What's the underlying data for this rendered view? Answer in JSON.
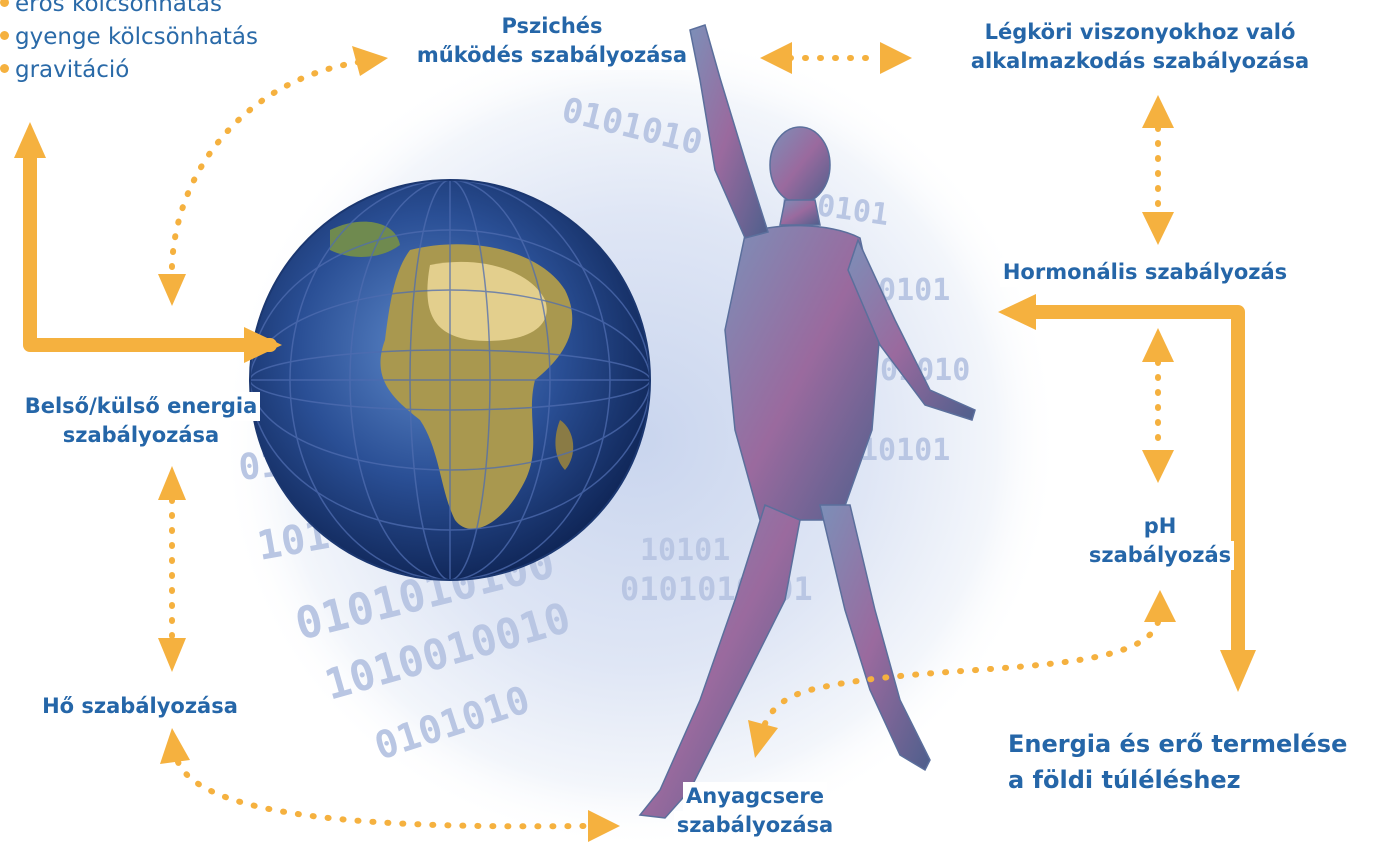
{
  "forces": [
    "erős kölcsönhatás",
    "gyenge kölcsönhatás",
    "gravitáció"
  ],
  "labels": {
    "psychic": [
      "Pszichés",
      "működés szabályozása"
    ],
    "atmospheric": [
      "Légköri viszonyokhoz való",
      "alkalmazkodás szabályozása"
    ],
    "hormonal": [
      "Hormonális szabályozás"
    ],
    "energy_io": [
      "Belső/külső energia",
      "szabályozása"
    ],
    "ph": [
      "pH",
      "szabályozás"
    ],
    "heat": [
      "Hő szabályozása"
    ],
    "metabolism": [
      "Anyagcsere",
      "szabályozása"
    ],
    "survival": [
      "Energia és erő termelése",
      "a földi túléléshez"
    ]
  },
  "icons": [
    "globe-illustration",
    "human-figure-illustration",
    "binary-code-background"
  ],
  "colors": {
    "label_text": "#2566a8",
    "arrow": "#f5b13f",
    "body_text": "#2a6aa8"
  }
}
